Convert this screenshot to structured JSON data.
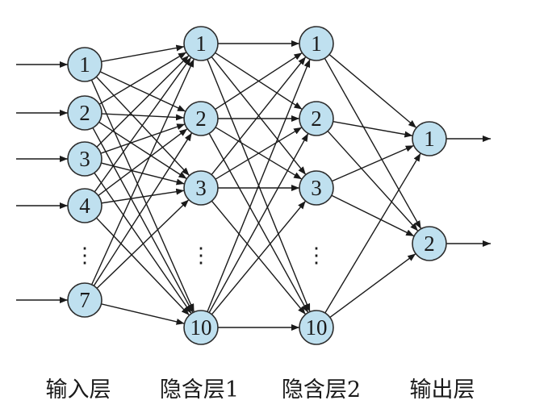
{
  "layers": [
    {
      "id": "input",
      "label": "输入层",
      "nodes": [
        "1",
        "2",
        "3",
        "4",
        "7"
      ]
    },
    {
      "id": "hidden1",
      "label": "隐含层1",
      "nodes": [
        "1",
        "2",
        "3",
        "10"
      ]
    },
    {
      "id": "hidden2",
      "label": "隐含层2",
      "nodes": [
        "1",
        "2",
        "3",
        "10"
      ]
    },
    {
      "id": "output",
      "label": "输出层",
      "nodes": [
        "1",
        "2"
      ]
    }
  ],
  "ellipsis": "⋮",
  "colors": {
    "node_fill": "#bfe0ef",
    "node_stroke": "#2c2c2c",
    "line": "#1a1a1a"
  }
}
